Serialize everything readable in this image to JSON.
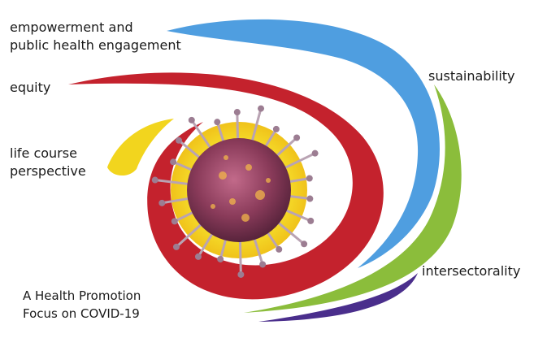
{
  "labels": {
    "empowerment_line1": "empowerment and",
    "empowerment_line2": "public health engagement",
    "equity": "equity",
    "life_course_line1": "life course",
    "life_course_line2": "perspective",
    "sustainability": "sustainability",
    "intersectorality": "intersectorality"
  },
  "caption": {
    "line1": "A Health Promotion",
    "line2": "Focus on COVID-19"
  },
  "colors": {
    "empowerment": "#4f9ee0",
    "equity": "#c4222d",
    "life_course": "#f2d51e",
    "sustainability": "#8bbd3b",
    "intersectorality": "#4a2e8c",
    "virus_body": "#8a3b5a",
    "virus_glow": "#f5dc2a",
    "virus_spike": "#b9a3b3"
  },
  "icons": {
    "center": "coronavirus-icon"
  }
}
